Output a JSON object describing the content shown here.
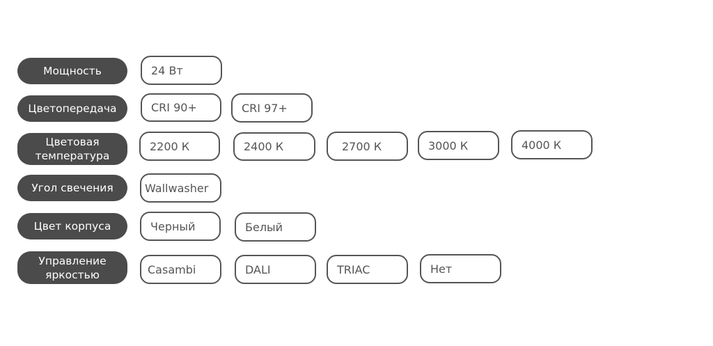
{
  "power": {
    "label": "Мощность",
    "options": [
      "24 Вт"
    ]
  },
  "cri": {
    "label": "Цветопередача",
    "options": [
      "CRI 90+",
      "CRI 97+"
    ]
  },
  "color_temperature": {
    "label": "Цветовая\nтемпература",
    "options": [
      "2200 К",
      "2400 К",
      "2700 К",
      "3000 К",
      "4000 К"
    ]
  },
  "beam_angle": {
    "label": "Угол свечения",
    "options": [
      "Wallwasher"
    ]
  },
  "body_color": {
    "label": "Цвет корпуса",
    "options": [
      "Черный",
      "Белый"
    ]
  },
  "dimming": {
    "label": "Управление\nяркостью",
    "options": [
      "Casambi",
      "DALI",
      "TRIAC",
      "Нет"
    ]
  },
  "colors": {
    "label_bg": "#4b4b4b",
    "option_border": "#555555",
    "option_text": "#555555"
  }
}
